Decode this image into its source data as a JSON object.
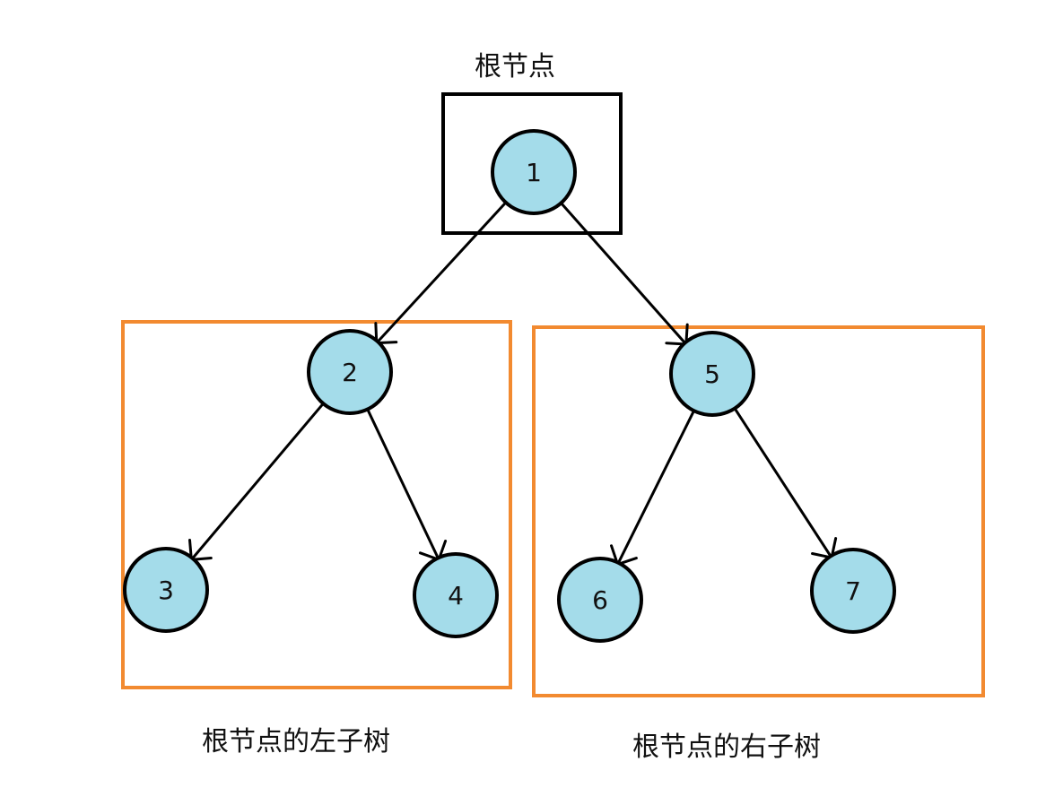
{
  "colors": {
    "node_fill": "#a4dcea",
    "stroke": "#000000",
    "root_box": "#000000",
    "subtree_box": "#f28a30"
  },
  "labels": {
    "root": "根节点",
    "left_subtree": "根节点的左子树",
    "right_subtree": "根节点的右子树"
  },
  "nodes": [
    {
      "id": "n1",
      "label": "1"
    },
    {
      "id": "n2",
      "label": "2"
    },
    {
      "id": "n3",
      "label": "3"
    },
    {
      "id": "n4",
      "label": "4"
    },
    {
      "id": "n5",
      "label": "5"
    },
    {
      "id": "n6",
      "label": "6"
    },
    {
      "id": "n7",
      "label": "7"
    }
  ],
  "edges": [
    {
      "from": "n1",
      "to": "n2"
    },
    {
      "from": "n1",
      "to": "n5"
    },
    {
      "from": "n2",
      "to": "n3"
    },
    {
      "from": "n2",
      "to": "n4"
    },
    {
      "from": "n5",
      "to": "n6"
    },
    {
      "from": "n5",
      "to": "n7"
    }
  ]
}
